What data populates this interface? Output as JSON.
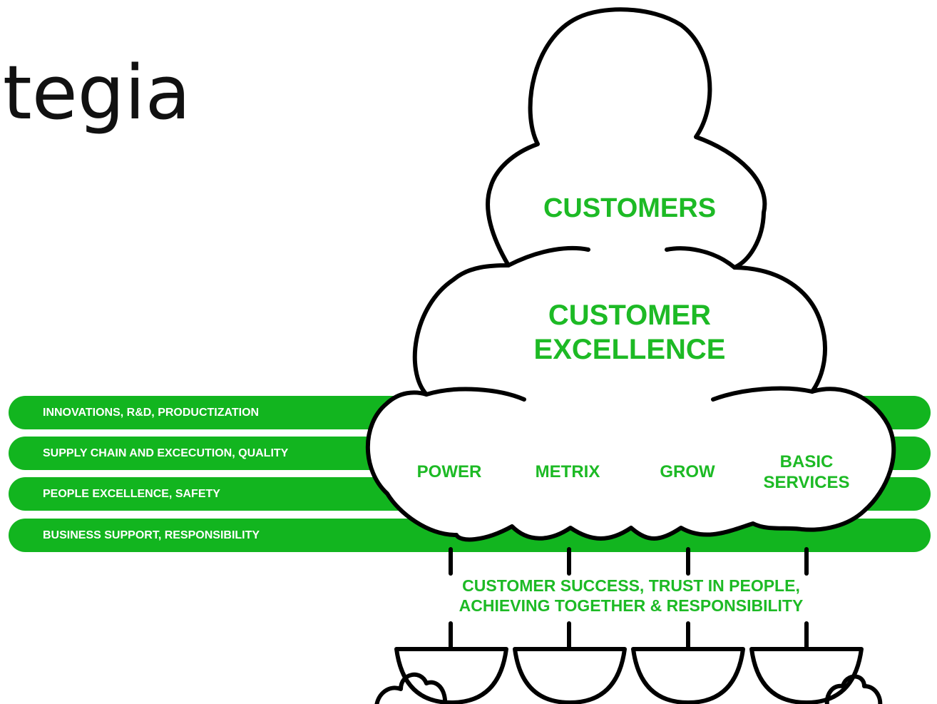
{
  "title": "ntegia",
  "bands": [
    {
      "label": "INNOVATIONS, R&D, PRODUCTIZATION"
    },
    {
      "label": "SUPPLY CHAIN AND EXCECUTION, QUALITY"
    },
    {
      "label": "PEOPLE EXCELLENCE, SAFETY"
    },
    {
      "label": "BUSINESS SUPPORT, RESPONSIBILITY"
    }
  ],
  "tree": {
    "top": "CUSTOMERS",
    "middle_line1": "CUSTOMER",
    "middle_line2": "EXCELLENCE",
    "branches": [
      "POWER",
      "METRIX",
      "GROW"
    ],
    "branch4_line1": "BASIC",
    "branch4_line2": "SERVICES",
    "values_line1": "CUSTOMER SUCCESS, TRUST IN PEOPLE,",
    "values_line2": "ACHIEVING TOGETHER & RESPONSIBILITY"
  },
  "colors": {
    "band": "#12b51f",
    "label": "#1dba25",
    "outline": "#000000"
  }
}
